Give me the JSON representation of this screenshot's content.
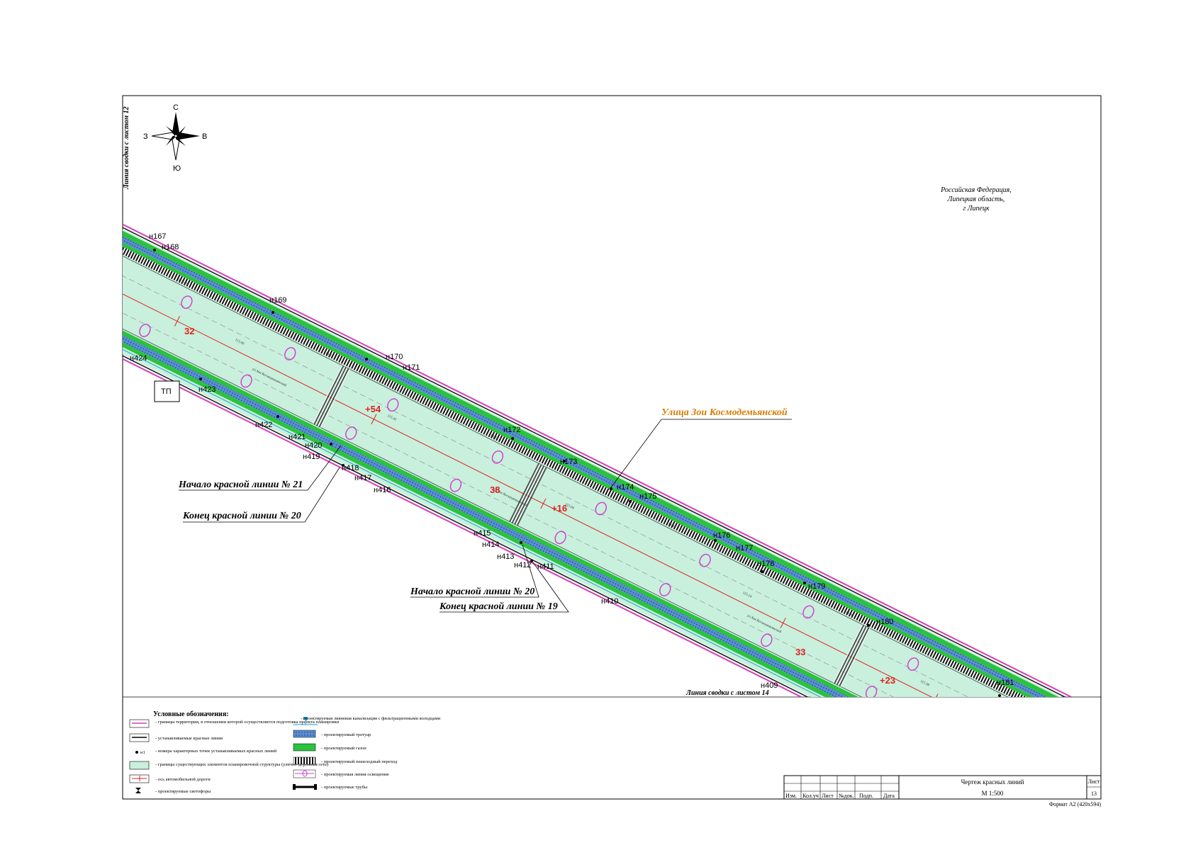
{
  "compass": {
    "north": "С",
    "south": "Ю",
    "west": "З",
    "east": "В"
  },
  "match_line_left": "Линия сводки с листом 12",
  "match_line_bottom": "Линия сводки с листом 14",
  "region": [
    "Российская Федерация,",
    "Липецкая область,",
    "г Липецк"
  ],
  "street_name": "Улица Зои Космодемьянской",
  "annotations": {
    "start_21": "Начало красной линии № 21",
    "end_20": "Конец красной линии № 20",
    "start_20": "Начало красной линии № 20",
    "end_19": "Конец красной линии № 19"
  },
  "points_top": [
    {
      "label": "н167"
    },
    {
      "label": "н168"
    },
    {
      "label": "н169"
    },
    {
      "label": "н170"
    },
    {
      "label": "н171"
    },
    {
      "label": "н172"
    },
    {
      "label": "н173"
    },
    {
      "label": "н174"
    },
    {
      "label": "н175"
    },
    {
      "label": "н176"
    },
    {
      "label": "н177"
    },
    {
      "label": "н178"
    },
    {
      "label": "н179"
    },
    {
      "label": "н180"
    },
    {
      "label": "н181"
    }
  ],
  "points_bottom": [
    {
      "label": "н424"
    },
    {
      "label": "н423"
    },
    {
      "label": "н422"
    },
    {
      "label": "н421"
    },
    {
      "label": "н420"
    },
    {
      "label": "н419"
    },
    {
      "label": "н418"
    },
    {
      "label": "н417"
    },
    {
      "label": "н416"
    },
    {
      "label": "н415"
    },
    {
      "label": "н414"
    },
    {
      "label": "н413"
    },
    {
      "label": "н412"
    },
    {
      "label": "н411"
    },
    {
      "label": "н410"
    },
    {
      "label": "н409"
    }
  ],
  "chainage": [
    "32",
    "+54",
    "+16",
    "+23",
    "33",
    "38"
  ],
  "transformer_label": "ТП",
  "legend": {
    "title": "Условные обозначения:",
    "items": [
      "- границы территории, в отношении которой осуществляется подготовка проекта планировки",
      "- устанавливаемые красные линии",
      "- номера характерных точек устанавливаемых красных линий",
      "- границы существующих элементов планировочной структуры (улично-дорожная сеть)",
      "- ось автомобильной дороги",
      "- проектируемые светофоры",
      "- проектируемая ливневая канализация с фильтрационными колодцами",
      "- проектируемый тротуар",
      "- проектируемый газон",
      "- проектируемый пешеходный переход",
      "- проектируемая линия освещения",
      "- проектируемые трубы"
    ],
    "point_symbol": "н1"
  },
  "stamp": {
    "columns": [
      "Изм.",
      "Кол.уч",
      "Лист",
      "№док.",
      "Подп.",
      "Дата"
    ],
    "title": "Чертеж красных линий",
    "scale": "М 1:500",
    "sheet_label": "Лист",
    "sheet_number": "13",
    "format": "Формат А2 (420х594)"
  },
  "colors": {
    "roadway": "#c8f0dc",
    "red_line": "#222222",
    "boundary": "#d63fb8",
    "axis": "#e02020",
    "lawn": "#2bc23e",
    "sidewalk": "#4a7fc4",
    "lighting": "#d63fd6",
    "street_label": "#d97a00"
  }
}
